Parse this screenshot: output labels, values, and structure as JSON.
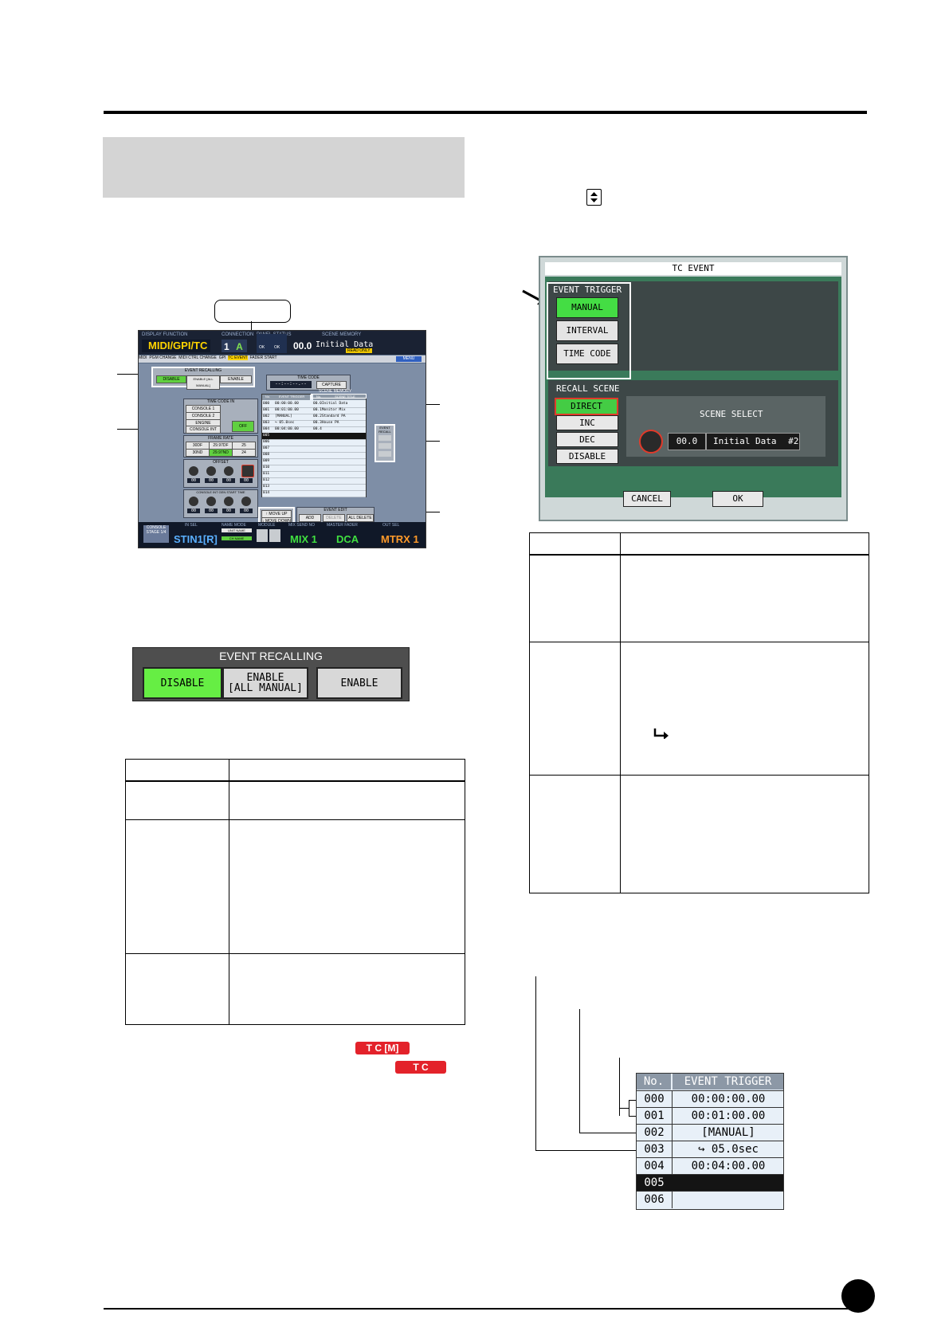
{
  "screen": {
    "display_function_label": "DISPLAY FUNCTION",
    "display_function": "MIDI/GPI/TC",
    "connection_label": "CONNECTION",
    "connection_number": "1",
    "connection_letter": "A",
    "panel_status_label": "PANEL STATUS",
    "panel_status_ok_1": "OK",
    "panel_status_ok_2": "OK",
    "scene_memory_label": "SCENE MEMORY",
    "scene_number": "00.0",
    "scene_title": "Initial Data",
    "read_only": "READ ONLY",
    "tabs": [
      "MIDI",
      "PGM CHANGE",
      "MIDI CTRL CHANGE",
      "GPI",
      "TC EVENT",
      "FADER START"
    ],
    "menu": "MENU",
    "event_recalling_label": "EVENT RECALLING",
    "er_disable": "DISABLE",
    "er_enable_all_manual": "ENABLE [ALL MANUAL]",
    "er_enable": "ENABLE",
    "time_code_label": "TIME CODE",
    "time_code_value": "--:--:--.--",
    "capture": "CAPTURE",
    "time_code_in_label": "TIME CODE IN",
    "tc_in_items": [
      "CONSOLE 1",
      "CONSOLE 2",
      "ENGINE",
      "CONSOLE INT"
    ],
    "off": "OFF",
    "frame_rate_label": "FRAME RATE",
    "frame_rates_row1": [
      "30DF",
      "29.97DF",
      "25"
    ],
    "frame_rates_row2": [
      "30ND",
      "29.97ND",
      "24"
    ],
    "offset_label": "OFFSET",
    "offset_values": [
      "00",
      "00",
      "00",
      "00"
    ],
    "console_int_gen_label": "CONSOLE INT GEN START TIME",
    "gen_values": [
      "00",
      "00",
      "00",
      "00"
    ],
    "list_headers": [
      "No.",
      "EVENT TRIGGER",
      "No.",
      "SCENE TITLE"
    ],
    "scene_memory_list_label": "SCENE MEMORY",
    "list_rows": [
      {
        "no": "000",
        "trigger": "00:00:00.00",
        "scene": "00.0Initial Data"
      },
      {
        "no": "001",
        "trigger": "00:01:00.00",
        "scene": "00.1Monitor Mix"
      },
      {
        "no": "002",
        "trigger": "[MANUAL]",
        "scene": "00.2Standard PA"
      },
      {
        "no": "003",
        "trigger": "↪ 05.0sec",
        "scene": "00.3House PA"
      },
      {
        "no": "004",
        "trigger": "00:04:00.00",
        "scene": "00.4"
      },
      {
        "no": "005",
        "trigger": "",
        "scene": ""
      },
      {
        "no": "006",
        "trigger": "",
        "scene": ""
      },
      {
        "no": "007",
        "trigger": "",
        "scene": ""
      },
      {
        "no": "008",
        "trigger": "",
        "scene": ""
      },
      {
        "no": "009",
        "trigger": "",
        "scene": ""
      },
      {
        "no": "010",
        "trigger": "",
        "scene": ""
      },
      {
        "no": "011",
        "trigger": "",
        "scene": ""
      },
      {
        "no": "012",
        "trigger": "",
        "scene": ""
      },
      {
        "no": "013",
        "trigger": "",
        "scene": ""
      },
      {
        "no": "014",
        "trigger": "",
        "scene": ""
      }
    ],
    "event_recall_label": "EVENT RECALL",
    "move_up": "↑ MOVE UP",
    "move_down": "↓ MOVE DOWN",
    "event_edit_label": "EVENT EDIT",
    "add": "ADD",
    "delete": "DELETE",
    "all_delete": "ALL DELETE",
    "console_stage": "CONSOLE STAGE 1/4",
    "in_sel_label": "IN SEL",
    "in_sel": "STIN1[R]",
    "name_mode_label": "NAME MODE",
    "name_mode_1": "UNIT NAME",
    "name_mode_2": "CH NAME",
    "module_label": "MODULE",
    "mix_send_label": "MIX SEND NO",
    "mix_send": "MIX 1",
    "master_fader_label": "MASTER FADER",
    "master_fader": "DCA",
    "out_sel_label": "OUT SEL",
    "out_sel": "MTRX 1"
  },
  "event_recalling": {
    "title": "EVENT RECALLING",
    "disable": "DISABLE",
    "enable_all_manual_1": "ENABLE",
    "enable_all_manual_2": "[ALL MANUAL]",
    "enable": "ENABLE"
  },
  "tc_event": {
    "title": "TC EVENT",
    "event_trigger_label": "EVENT TRIGGER",
    "manual": "MANUAL",
    "interval": "INTERVAL",
    "time_code": "TIME CODE",
    "recall_scene_label": "RECALL SCENE",
    "direct": "DIRECT",
    "inc": "INC",
    "dec": "DEC",
    "disable": "DISABLE",
    "scene_select_label": "SCENE SELECT",
    "scene_no": "00.0",
    "scene_title": "Initial Data",
    "scene_suffix": "#2",
    "cancel": "CANCEL",
    "ok": "OK"
  },
  "event_list": {
    "header_no": "No.",
    "header_trigger": "EVENT TRIGGER",
    "rows": [
      {
        "no": "000",
        "trigger": "00:00:00.00"
      },
      {
        "no": "001",
        "trigger": "00:01:00.00"
      },
      {
        "no": "002",
        "trigger": "[MANUAL]"
      },
      {
        "no": "003",
        "trigger": "↪ 05.0sec"
      },
      {
        "no": "004",
        "trigger": "00:04:00.00"
      },
      {
        "no": "005",
        "trigger": ""
      },
      {
        "no": "006",
        "trigger": ""
      }
    ]
  },
  "badges": {
    "tc_m": "T C [M]",
    "tc": "T C"
  },
  "icons": {
    "spin": "up-down-arrow-icon",
    "interval": "interval-arrow-icon"
  }
}
